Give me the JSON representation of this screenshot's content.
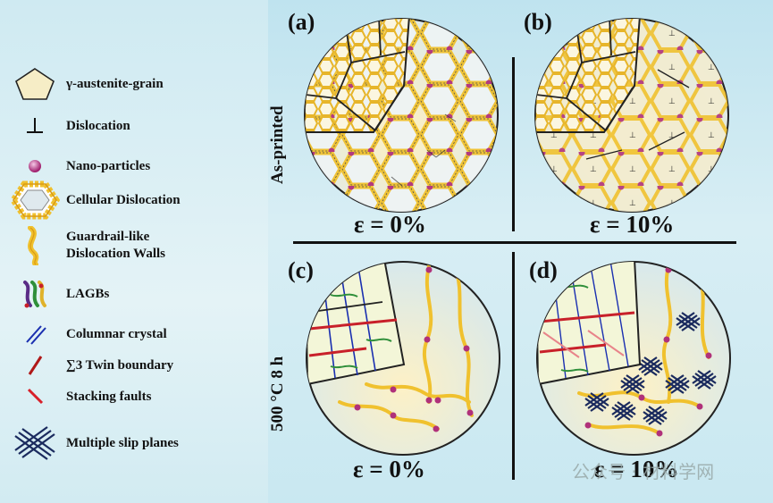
{
  "legend": {
    "items": [
      {
        "label": "γ-austenite-grain",
        "icon": "pentagon-icon"
      },
      {
        "label": "Dislocation",
        "icon": "dislocation-symbol-icon"
      },
      {
        "label": "Nano-particles",
        "icon": "nanoparticle-icon"
      },
      {
        "label": "Cellular Dislocation",
        "icon": "cellular-hexagon-icon"
      },
      {
        "label": "Guardrail-like",
        "label2": "Dislocation Walls",
        "icon": "guardrail-wall-icon"
      },
      {
        "label": "LAGBs",
        "icon": "lagb-icon"
      },
      {
        "label": "Columnar crystal",
        "icon": "columnar-lines-icon"
      },
      {
        "label": "∑3 Twin boundary",
        "icon": "twin-boundary-icon"
      },
      {
        "label": "Stacking faults",
        "icon": "stacking-fault-icon"
      },
      {
        "label": "Multiple slip planes",
        "icon": "slip-planes-icon"
      }
    ]
  },
  "panels": {
    "a": {
      "label": "(a)",
      "strain": "ε = 0%"
    },
    "b": {
      "label": "(b)",
      "strain": "ε = 10%"
    },
    "c": {
      "label": "(c)",
      "strain": "ε = 0%"
    },
    "d": {
      "label": "(d)",
      "strain": "ε = 10%"
    }
  },
  "rows": {
    "top": "As-printed",
    "bottom": "500 °C 8 h"
  },
  "watermark": "公众号 · 材料学网",
  "colors": {
    "yellow": "#f0c12e",
    "orange": "#e8a420",
    "particle": "#b0317a",
    "blue": "#1a2fb0",
    "red": "#c8202a",
    "dark": "#1a1a3a",
    "cell_fill": "#f3e7b8"
  }
}
